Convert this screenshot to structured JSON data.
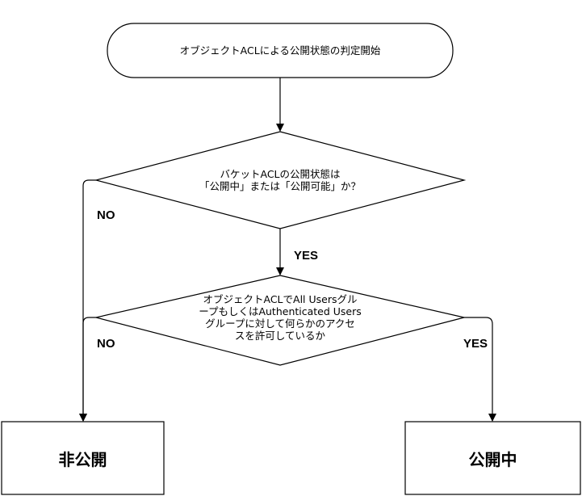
{
  "flowchart": {
    "start": "オブジェクトACLによる公開状態の判定開始",
    "decision1": {
      "line1": "バケットACLの公開状態は",
      "line2": "「公開中」または「公開可能」か？"
    },
    "decision2": {
      "line1": "オブジェクトACLでAll Usersグル",
      "line2": "ープもしくはAuthenticated Users",
      "line3": "グループに対して何らかのアクセ",
      "line4": "スを許可しているか"
    },
    "edge_labels": {
      "d1_no": "NO",
      "d1_yes": "YES",
      "d2_no": "NO",
      "d2_yes": "YES"
    },
    "end_private": "非公開",
    "end_public": "公開中"
  },
  "colors": {
    "stroke": "#000000",
    "background": "#ffffff"
  }
}
